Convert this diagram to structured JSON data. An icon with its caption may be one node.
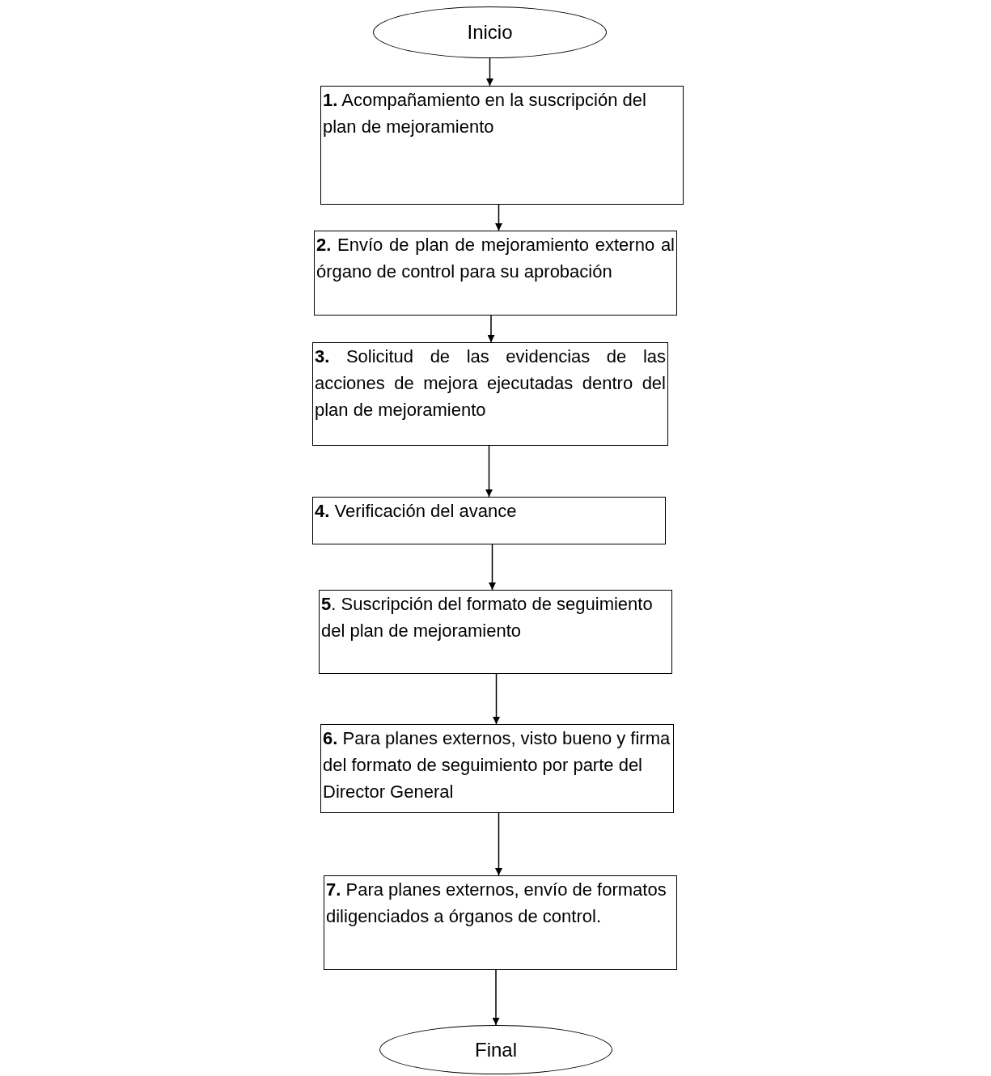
{
  "diagram": {
    "nodes": [
      {
        "text": [
          "Inicio"
        ]
      },
      {
        "text": [
          "**1.** Acompañamiento en la suscripción del plan de mejoramiento"
        ]
      },
      {
        "text": [
          "**2.** Envío de plan de mejoramiento externo al órgano de control para su aprobación"
        ]
      },
      {
        "text": [
          "**3.** Solicitud de las evidencias de las acciones de mejora ejecutadas dentro del plan de mejoramiento"
        ]
      },
      {
        "text": [
          "**4.** Verificación del avance"
        ]
      },
      {
        "text": [
          "**5**. Suscripción del formato de seguimiento del plan de mejoramiento"
        ]
      },
      {
        "text": [
          "**6.** Para planes externos, visto bueno y firma del formato de seguimiento por parte del Director General"
        ]
      },
      {
        "text": [
          "**7.** Para planes externos, envío de formatos diligenciados a órganos de control."
        ]
      },
      {
        "text": [
          "Final"
        ]
      }
    ],
    "edges": [
      {
        "from": 0,
        "to": 1,
        "arrow": "to"
      },
      {
        "from": 1,
        "to": 2,
        "arrow": "to"
      },
      {
        "from": 2,
        "to": 3,
        "arrow": "to"
      },
      {
        "from": 3,
        "to": 4,
        "arrow": "to"
      },
      {
        "from": 4,
        "to": 5,
        "arrow": "to"
      },
      {
        "from": 5,
        "to": 6,
        "arrow": "to"
      },
      {
        "from": 6,
        "to": 7,
        "arrow": "to"
      },
      {
        "from": 7,
        "to": 8,
        "arrow": "to"
      }
    ]
  }
}
